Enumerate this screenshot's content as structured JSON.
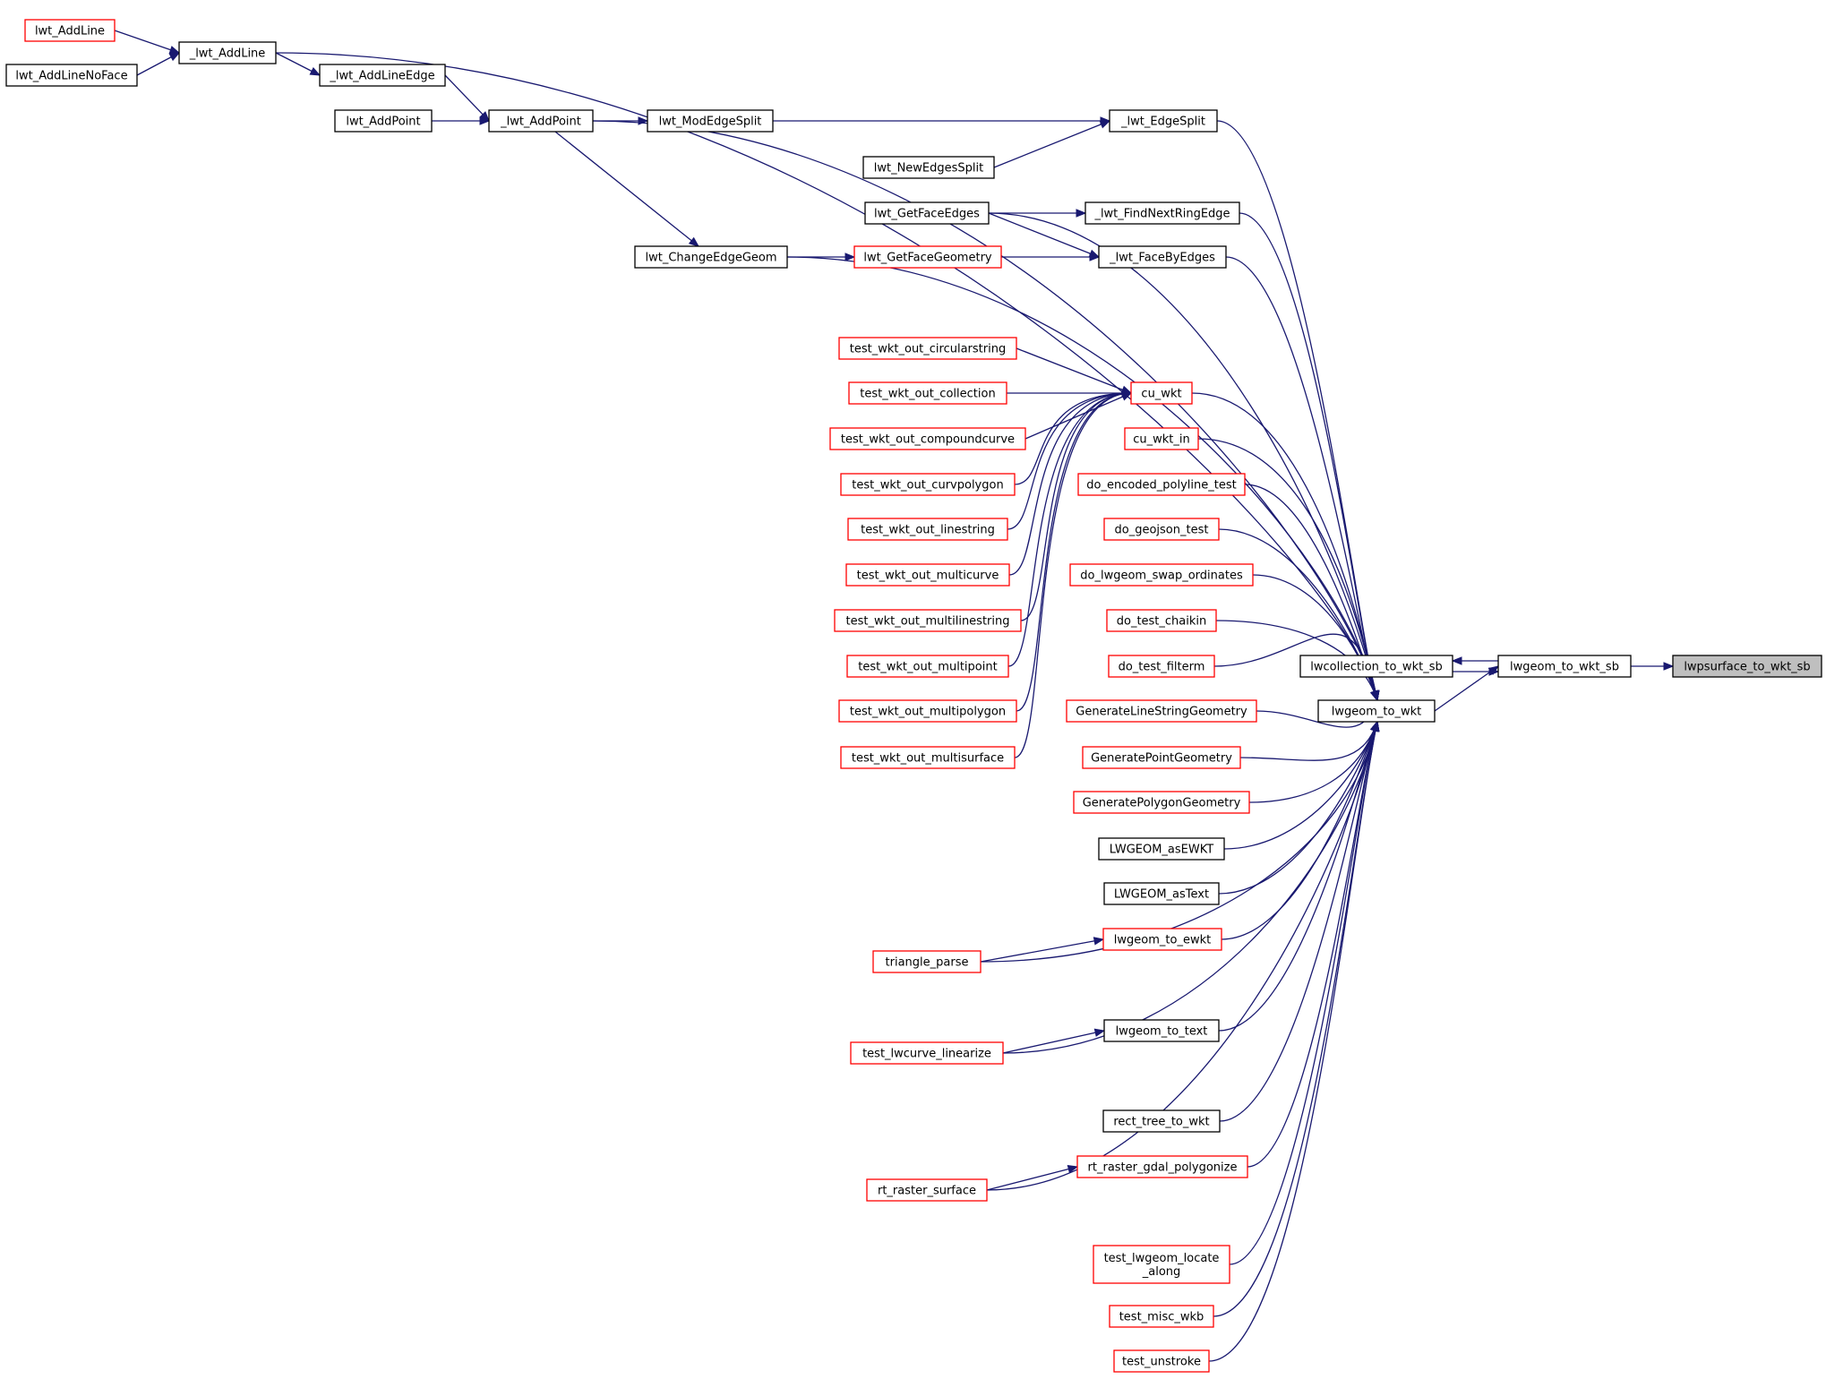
{
  "graph": {
    "colors": {
      "edge": "#191970",
      "node_black": "#000000",
      "node_red": "#ff0000",
      "root_fill": "#bfbfbf"
    },
    "root": "lwpsurface_to_wkt_sb",
    "nodes": [
      {
        "id": "lwt_AddLine",
        "label": "lwt_AddLine",
        "border": "red"
      },
      {
        "id": "lwt_AddLineNoFace",
        "label": "lwt_AddLineNoFace",
        "border": "black"
      },
      {
        "id": "_lwt_AddLine",
        "label": "_lwt_AddLine",
        "border": "black"
      },
      {
        "id": "_lwt_AddLineEdge",
        "label": "_lwt_AddLineEdge",
        "border": "black"
      },
      {
        "id": "lwt_AddPoint",
        "label": "lwt_AddPoint",
        "border": "black"
      },
      {
        "id": "_lwt_AddPoint",
        "label": "_lwt_AddPoint",
        "border": "black"
      },
      {
        "id": "lwt_ModEdgeSplit",
        "label": "lwt_ModEdgeSplit",
        "border": "black"
      },
      {
        "id": "_lwt_EdgeSplit",
        "label": "_lwt_EdgeSplit",
        "border": "black"
      },
      {
        "id": "lwt_NewEdgesSplit",
        "label": "lwt_NewEdgesSplit",
        "border": "black"
      },
      {
        "id": "lwt_GetFaceEdges",
        "label": "lwt_GetFaceEdges",
        "border": "black"
      },
      {
        "id": "_lwt_FindNextRingEdge",
        "label": "_lwt_FindNextRingEdge",
        "border": "black"
      },
      {
        "id": "lwt_ChangeEdgeGeom",
        "label": "lwt_ChangeEdgeGeom",
        "border": "black"
      },
      {
        "id": "lwt_GetFaceGeometry",
        "label": "lwt_GetFaceGeometry",
        "border": "red"
      },
      {
        "id": "_lwt_FaceByEdges",
        "label": "_lwt_FaceByEdges",
        "border": "black"
      },
      {
        "id": "test_wkt_out_circularstring",
        "label": "test_wkt_out_circularstring",
        "border": "red"
      },
      {
        "id": "test_wkt_out_collection",
        "label": "test_wkt_out_collection",
        "border": "red"
      },
      {
        "id": "test_wkt_out_compoundcurve",
        "label": "test_wkt_out_compoundcurve",
        "border": "red"
      },
      {
        "id": "test_wkt_out_curvpolygon",
        "label": "test_wkt_out_curvpolygon",
        "border": "red"
      },
      {
        "id": "test_wkt_out_linestring",
        "label": "test_wkt_out_linestring",
        "border": "red"
      },
      {
        "id": "test_wkt_out_multicurve",
        "label": "test_wkt_out_multicurve",
        "border": "red"
      },
      {
        "id": "test_wkt_out_multilinestring",
        "label": "test_wkt_out_multilinestring",
        "border": "red"
      },
      {
        "id": "test_wkt_out_multipoint",
        "label": "test_wkt_out_multipoint",
        "border": "red"
      },
      {
        "id": "test_wkt_out_multipolygon",
        "label": "test_wkt_out_multipolygon",
        "border": "red"
      },
      {
        "id": "test_wkt_out_multisurface",
        "label": "test_wkt_out_multisurface",
        "border": "red"
      },
      {
        "id": "cu_wkt",
        "label": "cu_wkt",
        "border": "red"
      },
      {
        "id": "cu_wkt_in",
        "label": "cu_wkt_in",
        "border": "red"
      },
      {
        "id": "do_encoded_polyline_test",
        "label": "do_encoded_polyline_test",
        "border": "red"
      },
      {
        "id": "do_geojson_test",
        "label": "do_geojson_test",
        "border": "red"
      },
      {
        "id": "do_lwgeom_swap_ordinates",
        "label": "do_lwgeom_swap_ordinates",
        "border": "red"
      },
      {
        "id": "do_test_chaikin",
        "label": "do_test_chaikin",
        "border": "red"
      },
      {
        "id": "do_test_filterm",
        "label": "do_test_filterm",
        "border": "red"
      },
      {
        "id": "GenerateLineStringGeometry",
        "label": "GenerateLineStringGeometry",
        "border": "red"
      },
      {
        "id": "GeneratePointGeometry",
        "label": "GeneratePointGeometry",
        "border": "red"
      },
      {
        "id": "GeneratePolygonGeometry",
        "label": "GeneratePolygonGeometry",
        "border": "red"
      },
      {
        "id": "LWGEOM_asEWKT",
        "label": "LWGEOM_asEWKT",
        "border": "black"
      },
      {
        "id": "LWGEOM_asText",
        "label": "LWGEOM_asText",
        "border": "black"
      },
      {
        "id": "lwgeom_to_ewkt",
        "label": "lwgeom_to_ewkt",
        "border": "red"
      },
      {
        "id": "triangle_parse",
        "label": "triangle_parse",
        "border": "red"
      },
      {
        "id": "lwgeom_to_text",
        "label": "lwgeom_to_text",
        "border": "black"
      },
      {
        "id": "test_lwcurve_linearize",
        "label": "test_lwcurve_linearize",
        "border": "red"
      },
      {
        "id": "rect_tree_to_wkt",
        "label": "rect_tree_to_wkt",
        "border": "black"
      },
      {
        "id": "rt_raster_gdal_polygonize",
        "label": "rt_raster_gdal_polygonize",
        "border": "red"
      },
      {
        "id": "rt_raster_surface",
        "label": "rt_raster_surface",
        "border": "red"
      },
      {
        "id": "test_lwgeom_locate_along",
        "label": "test_lwgeom_locate\n_along",
        "border": "red"
      },
      {
        "id": "test_misc_wkb",
        "label": "test_misc_wkb",
        "border": "red"
      },
      {
        "id": "test_unstroke",
        "label": "test_unstroke",
        "border": "red"
      },
      {
        "id": "lwcollection_to_wkt_sb",
        "label": "lwcollection_to_wkt_sb",
        "border": "black"
      },
      {
        "id": "lwgeom_to_wkt",
        "label": "lwgeom_to_wkt",
        "border": "black"
      },
      {
        "id": "lwgeom_to_wkt_sb",
        "label": "lwgeom_to_wkt_sb",
        "border": "black"
      },
      {
        "id": "lwpsurface_to_wkt_sb",
        "label": "lwpsurface_to_wkt_sb",
        "border": "black",
        "fill": "gray"
      }
    ],
    "edges": [
      [
        "lwt_AddLine",
        "_lwt_AddLine"
      ],
      [
        "lwt_AddLineNoFace",
        "_lwt_AddLine"
      ],
      [
        "_lwt_AddLine",
        "_lwt_AddLineEdge"
      ],
      [
        "_lwt_AddLineEdge",
        "_lwt_AddPoint"
      ],
      [
        "lwt_AddPoint",
        "_lwt_AddPoint"
      ],
      [
        "_lwt_AddPoint",
        "lwt_ModEdgeSplit"
      ],
      [
        "lwt_ModEdgeSplit",
        "_lwt_EdgeSplit"
      ],
      [
        "lwt_NewEdgesSplit",
        "_lwt_EdgeSplit"
      ],
      [
        "_lwt_AddPoint",
        "lwt_ChangeEdgeGeom"
      ],
      [
        "lwt_GetFaceEdges",
        "_lwt_FindNextRingEdge"
      ],
      [
        "lwt_GetFaceEdges",
        "_lwt_FaceByEdges"
      ],
      [
        "lwt_ChangeEdgeGeom",
        "lwt_GetFaceGeometry"
      ],
      [
        "lwt_GetFaceGeometry",
        "_lwt_FaceByEdges"
      ],
      [
        "test_wkt_out_circularstring",
        "cu_wkt"
      ],
      [
        "test_wkt_out_collection",
        "cu_wkt"
      ],
      [
        "test_wkt_out_compoundcurve",
        "cu_wkt"
      ],
      [
        "test_wkt_out_curvpolygon",
        "cu_wkt"
      ],
      [
        "test_wkt_out_linestring",
        "cu_wkt"
      ],
      [
        "test_wkt_out_multicurve",
        "cu_wkt"
      ],
      [
        "test_wkt_out_multilinestring",
        "cu_wkt"
      ],
      [
        "test_wkt_out_multipoint",
        "cu_wkt"
      ],
      [
        "test_wkt_out_multipolygon",
        "cu_wkt"
      ],
      [
        "test_wkt_out_multisurface",
        "cu_wkt"
      ],
      [
        "triangle_parse",
        "lwgeom_to_ewkt"
      ],
      [
        "test_lwcurve_linearize",
        "lwgeom_to_text"
      ],
      [
        "rt_raster_surface",
        "rt_raster_gdal_polygonize"
      ],
      [
        "_lwt_AddLine",
        "lwgeom_to_wkt"
      ],
      [
        "_lwt_AddPoint",
        "lwgeom_to_wkt"
      ],
      [
        "_lwt_EdgeSplit",
        "lwgeom_to_wkt"
      ],
      [
        "lwt_GetFaceEdges",
        "lwgeom_to_wkt"
      ],
      [
        "_lwt_FindNextRingEdge",
        "lwgeom_to_wkt"
      ],
      [
        "_lwt_FaceByEdges",
        "lwgeom_to_wkt"
      ],
      [
        "lwt_ChangeEdgeGeom",
        "lwgeom_to_wkt"
      ],
      [
        "cu_wkt",
        "lwgeom_to_wkt"
      ],
      [
        "cu_wkt_in",
        "lwgeom_to_wkt"
      ],
      [
        "do_encoded_polyline_test",
        "lwgeom_to_wkt"
      ],
      [
        "do_geojson_test",
        "lwgeom_to_wkt"
      ],
      [
        "do_lwgeom_swap_ordinates",
        "lwgeom_to_wkt"
      ],
      [
        "do_test_chaikin",
        "lwgeom_to_wkt"
      ],
      [
        "do_test_filterm",
        "lwgeom_to_wkt"
      ],
      [
        "GenerateLineStringGeometry",
        "lwgeom_to_wkt"
      ],
      [
        "GeneratePointGeometry",
        "lwgeom_to_wkt"
      ],
      [
        "GeneratePolygonGeometry",
        "lwgeom_to_wkt"
      ],
      [
        "LWGEOM_asEWKT",
        "lwgeom_to_wkt"
      ],
      [
        "LWGEOM_asText",
        "lwgeom_to_wkt"
      ],
      [
        "lwgeom_to_ewkt",
        "lwgeom_to_wkt"
      ],
      [
        "triangle_parse",
        "lwgeom_to_wkt"
      ],
      [
        "lwgeom_to_text",
        "lwgeom_to_wkt"
      ],
      [
        "test_lwcurve_linearize",
        "lwgeom_to_wkt"
      ],
      [
        "rect_tree_to_wkt",
        "lwgeom_to_wkt"
      ],
      [
        "rt_raster_gdal_polygonize",
        "lwgeom_to_wkt"
      ],
      [
        "rt_raster_surface",
        "lwgeom_to_wkt"
      ],
      [
        "test_lwgeom_locate_along",
        "lwgeom_to_wkt"
      ],
      [
        "test_misc_wkb",
        "lwgeom_to_wkt"
      ],
      [
        "test_unstroke",
        "lwgeom_to_wkt"
      ],
      [
        "lwgeom_to_wkt",
        "lwgeom_to_wkt_sb"
      ],
      [
        "lwcollection_to_wkt_sb",
        "lwgeom_to_wkt_sb"
      ],
      [
        "lwgeom_to_wkt_sb",
        "lwcollection_to_wkt_sb"
      ],
      [
        "lwgeom_to_wkt_sb",
        "lwpsurface_to_wkt_sb"
      ]
    ]
  }
}
